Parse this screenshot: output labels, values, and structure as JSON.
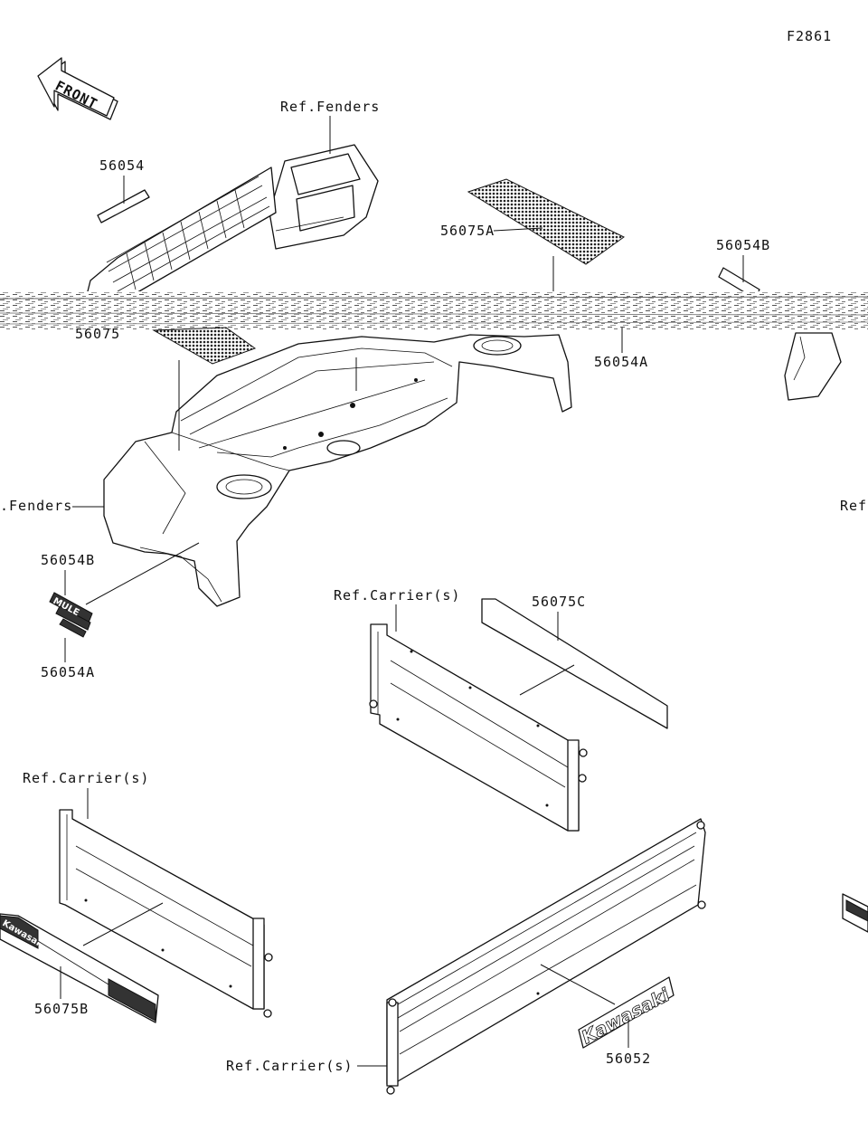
{
  "diagram": {
    "figure_id": "F2861",
    "orientation_label": "FRONT",
    "labels": {
      "ref_fenders_top": "Ref.Fenders",
      "ref_fenders_left": ".Fenders",
      "ref_right": "Ref",
      "p56054": "56054",
      "p56075A": "56075A",
      "p56054B_top": "56054B",
      "p56075": "56075",
      "p56054A_top": "56054A",
      "p56054B_left": "56054B",
      "p56054A_left": "56054A",
      "ref_carrier_mid": "Ref.Carrier(s)",
      "p56075C": "56075C",
      "ref_carrier_left": "Ref.Carrier(s)",
      "p56075B": "56075B",
      "ref_carrier_bottom": "Ref.Carrier(s)",
      "p56052": "56052"
    },
    "decal_texts": {
      "kawasaki": "Kawasaki",
      "mule": "MULE"
    }
  }
}
